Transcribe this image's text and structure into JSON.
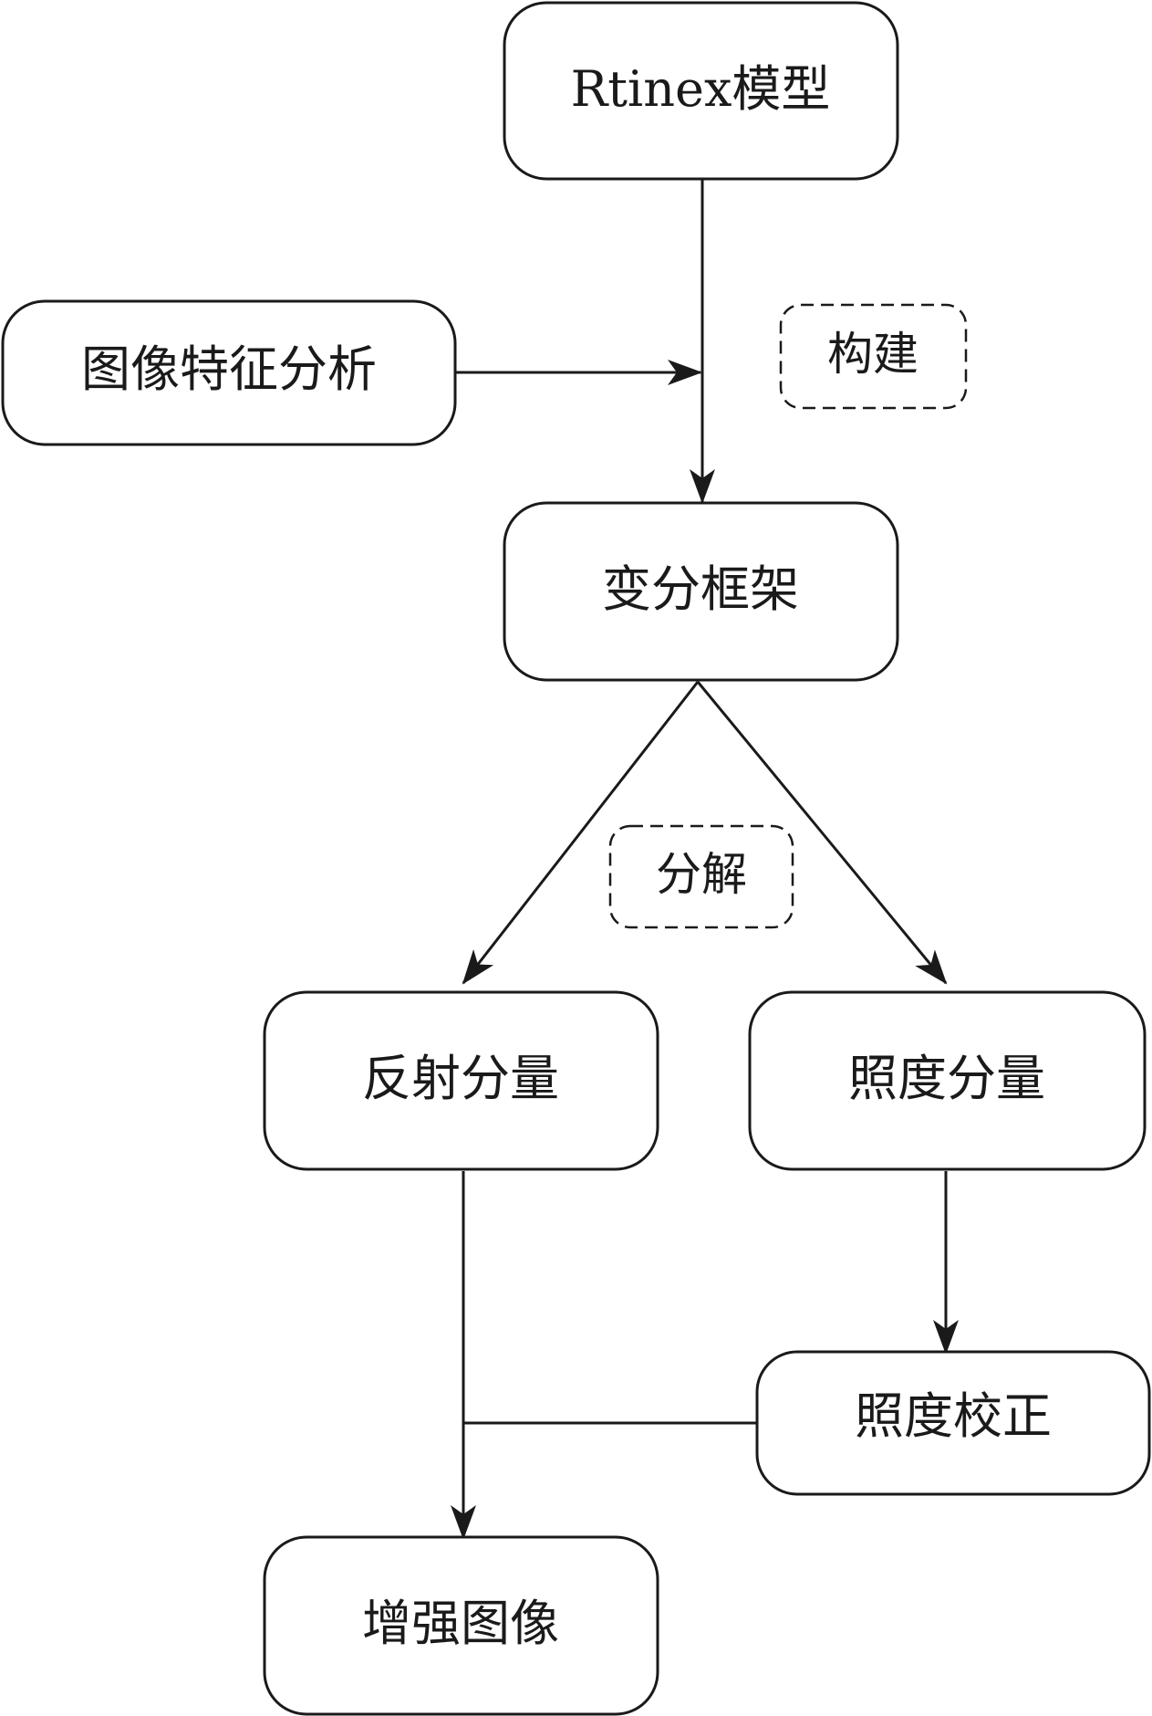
{
  "nodes": {
    "retinex_model": "Rtinex模型",
    "image_feature_analysis": "图像特征分析",
    "variational_framework": "变分框架",
    "reflectance_component": "反射分量",
    "illumination_component": "照度分量",
    "illumination_correction": "照度校正",
    "enhanced_image": "增强图像"
  },
  "edge_labels": {
    "construct": "构建",
    "decompose": "分解"
  },
  "colors": {
    "stroke": "#1a1a1a",
    "background": "#ffffff"
  }
}
